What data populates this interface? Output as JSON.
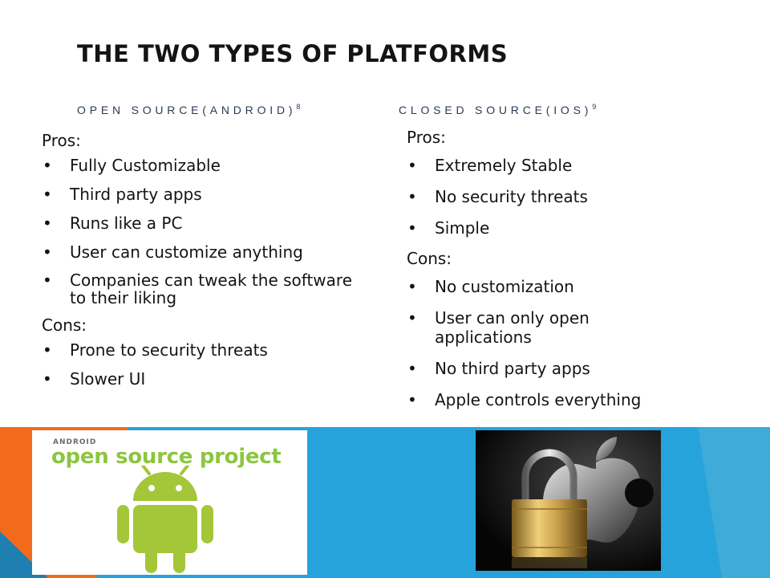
{
  "title": "The Two Types of Platforms",
  "colors": {
    "orange": "#f26b1d",
    "blue": "#27a3dc",
    "teal": "#4fb0d6",
    "android_green": "#a4c639",
    "gold": "#c9a14a"
  },
  "left": {
    "heading": "Open Source(Android)",
    "heading_ref": "8",
    "pros_label": "Pros:",
    "pros": [
      "Fully Customizable",
      "Third party apps",
      "Runs like a PC",
      "User can customize anything",
      "Companies can tweak the software to their liking"
    ],
    "cons_label": "Cons:",
    "cons": [
      "Prone to security threats",
      "Slower UI"
    ]
  },
  "right": {
    "heading": "Closed Source(IOS)",
    "heading_ref": "9",
    "pros_label": "Pros:",
    "pros": [
      "Extremely Stable",
      "No security threats",
      "Simple"
    ],
    "cons_label": "Cons:",
    "cons": [
      "No customization",
      "User can only open applications",
      "No third party apps",
      "Apple controls everything"
    ]
  },
  "android_image": {
    "small_text": "android",
    "big_text": "open source project",
    "icon": "android-robot-icon"
  },
  "ios_image": {
    "icon": "padlock-apple-icon"
  }
}
